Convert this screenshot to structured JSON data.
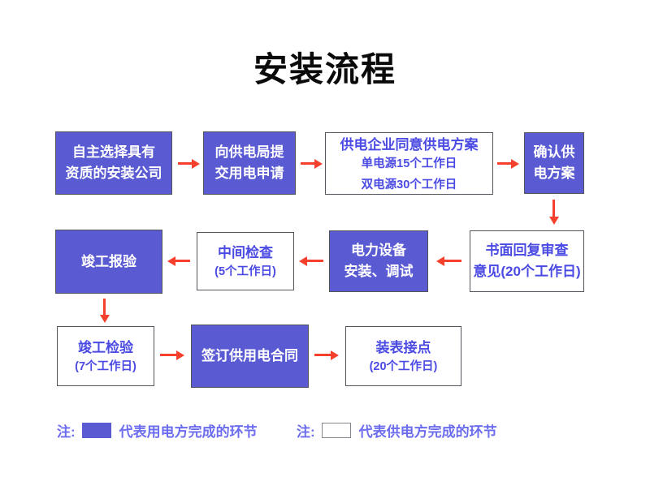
{
  "title": "安装流程",
  "colors": {
    "purple": "#5a5ad3",
    "blue_text": "#4b4be4",
    "legend_text": "#6c6cee",
    "arrow_red": "#f5402e",
    "border_dark": "#53545c",
    "title_color": "#0a0a0a",
    "bg": "#ffffff"
  },
  "nodes": {
    "choose_company": {
      "line1": "自主选择具有",
      "line2": "资质的安装公司"
    },
    "submit_application": {
      "line1": "向供电局提",
      "line2": "交用电申请"
    },
    "utility_agree_plan": {
      "line1": "供电企业同意供电方案",
      "line2": "单电源15个工作日",
      "line3": "双电源30个工作日"
    },
    "confirm_plan": {
      "line1": "确认供",
      "line2": "电方案"
    },
    "written_reply": {
      "line1": "书面回复审查",
      "line2": "意见(20个工作日)"
    },
    "equipment_install": {
      "line1": "电力设备",
      "line2": "安装、调试"
    },
    "interim_inspection": {
      "line1": "中间检查",
      "line2": "(5个工作日)"
    },
    "completion_report": {
      "line1": "竣工报验"
    },
    "completion_inspection": {
      "line1": "竣工检验",
      "line2": "(7个工作日)"
    },
    "sign_contract": {
      "line1": "签订供用电合同"
    },
    "meter_connection": {
      "line1": "装表接点",
      "line2": "(20个工作日)"
    }
  },
  "legend": {
    "user_side": {
      "prefix": "注:",
      "label": "代表用电方完成的环节"
    },
    "supplier_side": {
      "prefix": "注:",
      "label": "代表供电方完成的环节"
    }
  }
}
